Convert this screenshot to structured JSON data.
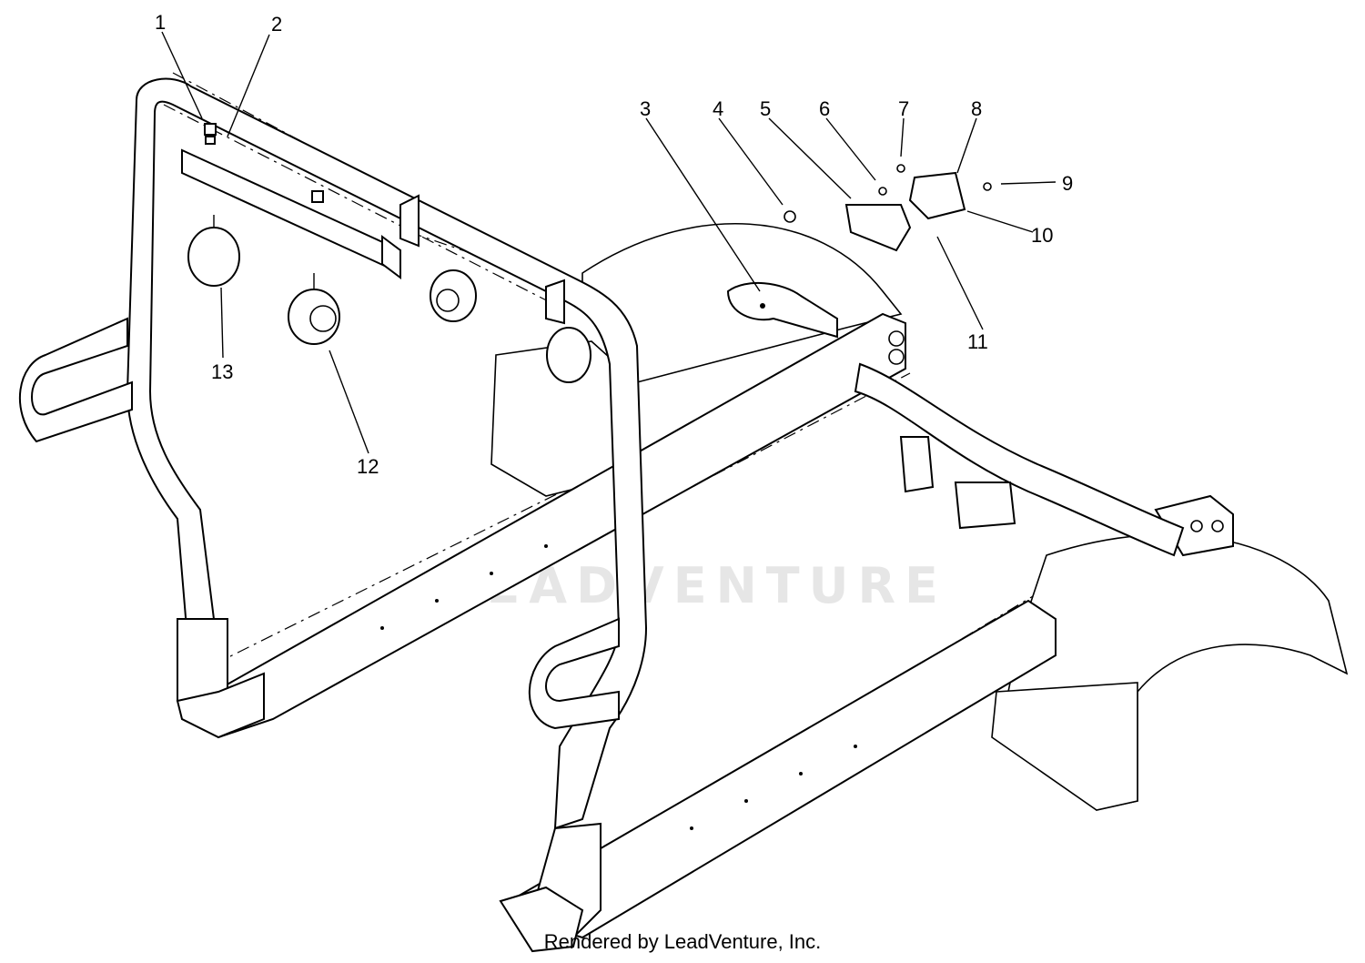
{
  "diagram": {
    "callouts": [
      {
        "label": "1"
      },
      {
        "label": "2"
      },
      {
        "label": "3"
      },
      {
        "label": "4"
      },
      {
        "label": "5"
      },
      {
        "label": "6"
      },
      {
        "label": "7"
      },
      {
        "label": "8"
      },
      {
        "label": "9"
      },
      {
        "label": "10"
      },
      {
        "label": "11"
      },
      {
        "label": "12"
      },
      {
        "label": "13"
      }
    ],
    "watermark": "LEADVENTURE",
    "footer": "Rendered by LeadVenture, Inc."
  }
}
